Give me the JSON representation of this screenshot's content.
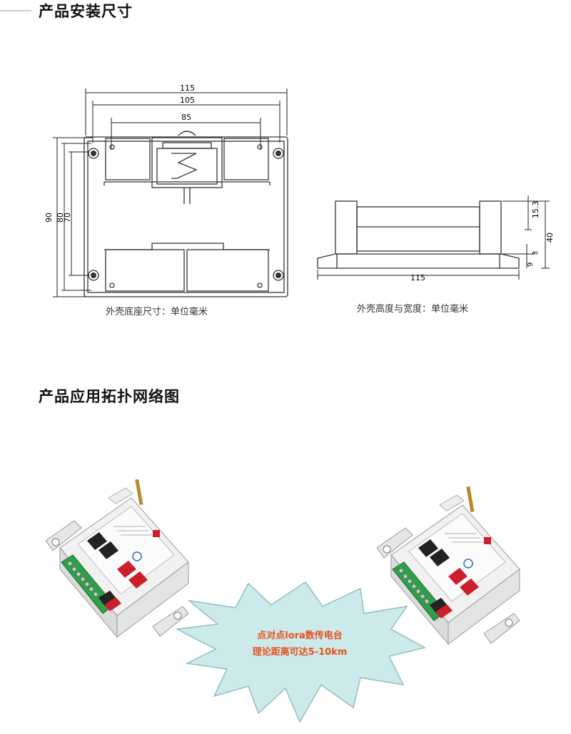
{
  "sections": {
    "install": {
      "title": "产品安装尺寸",
      "base_caption": "外壳底座尺寸：单位毫米",
      "height_caption": "外壳高度与宽度：单位毫米",
      "base_dims": {
        "w115": "115",
        "w105": "105",
        "w85": "85",
        "h90": "90",
        "h80": "80",
        "h70": "70"
      },
      "side_dims": {
        "h15_3": "15.3",
        "h40": "40",
        "h9": "9",
        "h3": "3",
        "w115": "115"
      }
    },
    "topology": {
      "title": "产品应用拓扑网络图",
      "burst_line1": "点对点lora数传电台",
      "burst_line2": "理论距离可达5-10km"
    }
  },
  "colors": {
    "burst_fill": "#cdeaea",
    "burst_text": "#e8501e",
    "terminal_green": "#2fa04a",
    "relay_red": "#d8202a"
  }
}
